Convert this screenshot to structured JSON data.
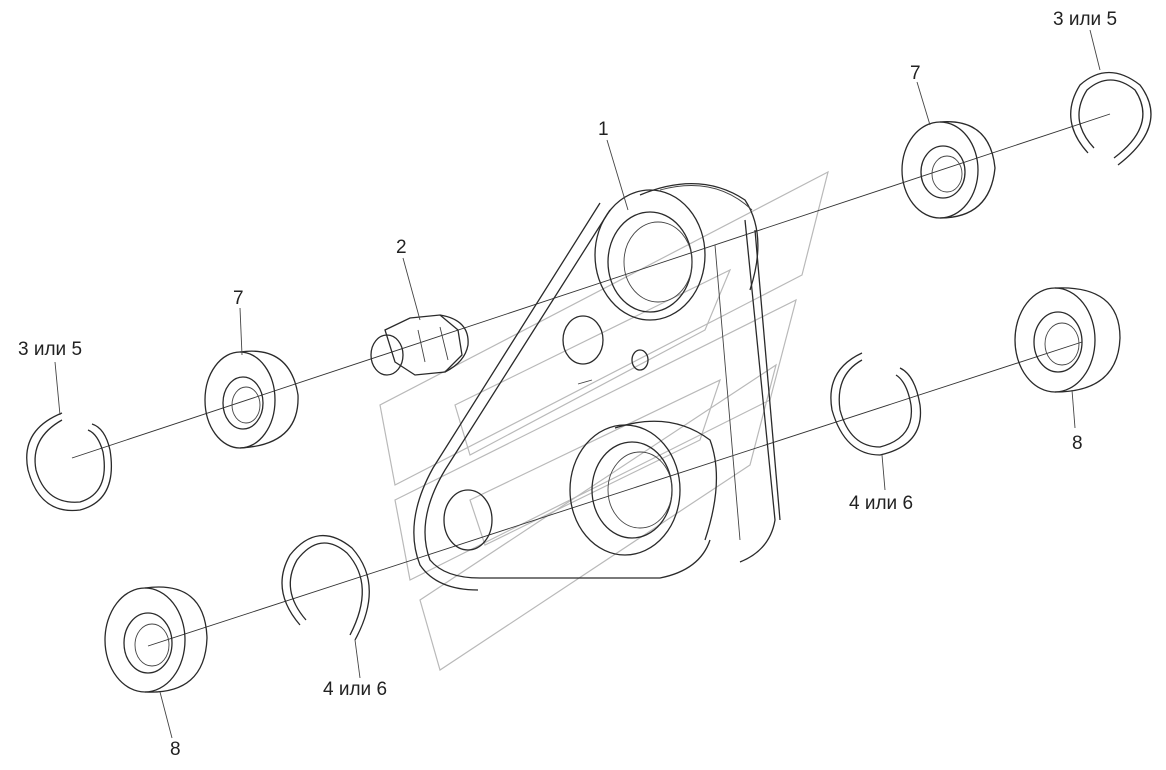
{
  "labels": {
    "bracket": "1",
    "nut": "2",
    "ring_right_top": "3 или 5",
    "ring_left_top": "3 или 5",
    "bearing_right_top": "7",
    "bearing_left_top": "7",
    "ring_right_bottom": "4 или 6",
    "ring_left_bottom": "4 или 6",
    "bearing_right_bottom": "8",
    "bearing_left_bottom": "8"
  },
  "colors": {
    "line": "#2a2a2a",
    "watermark": "#b9b9b9",
    "background": "#ffffff"
  }
}
